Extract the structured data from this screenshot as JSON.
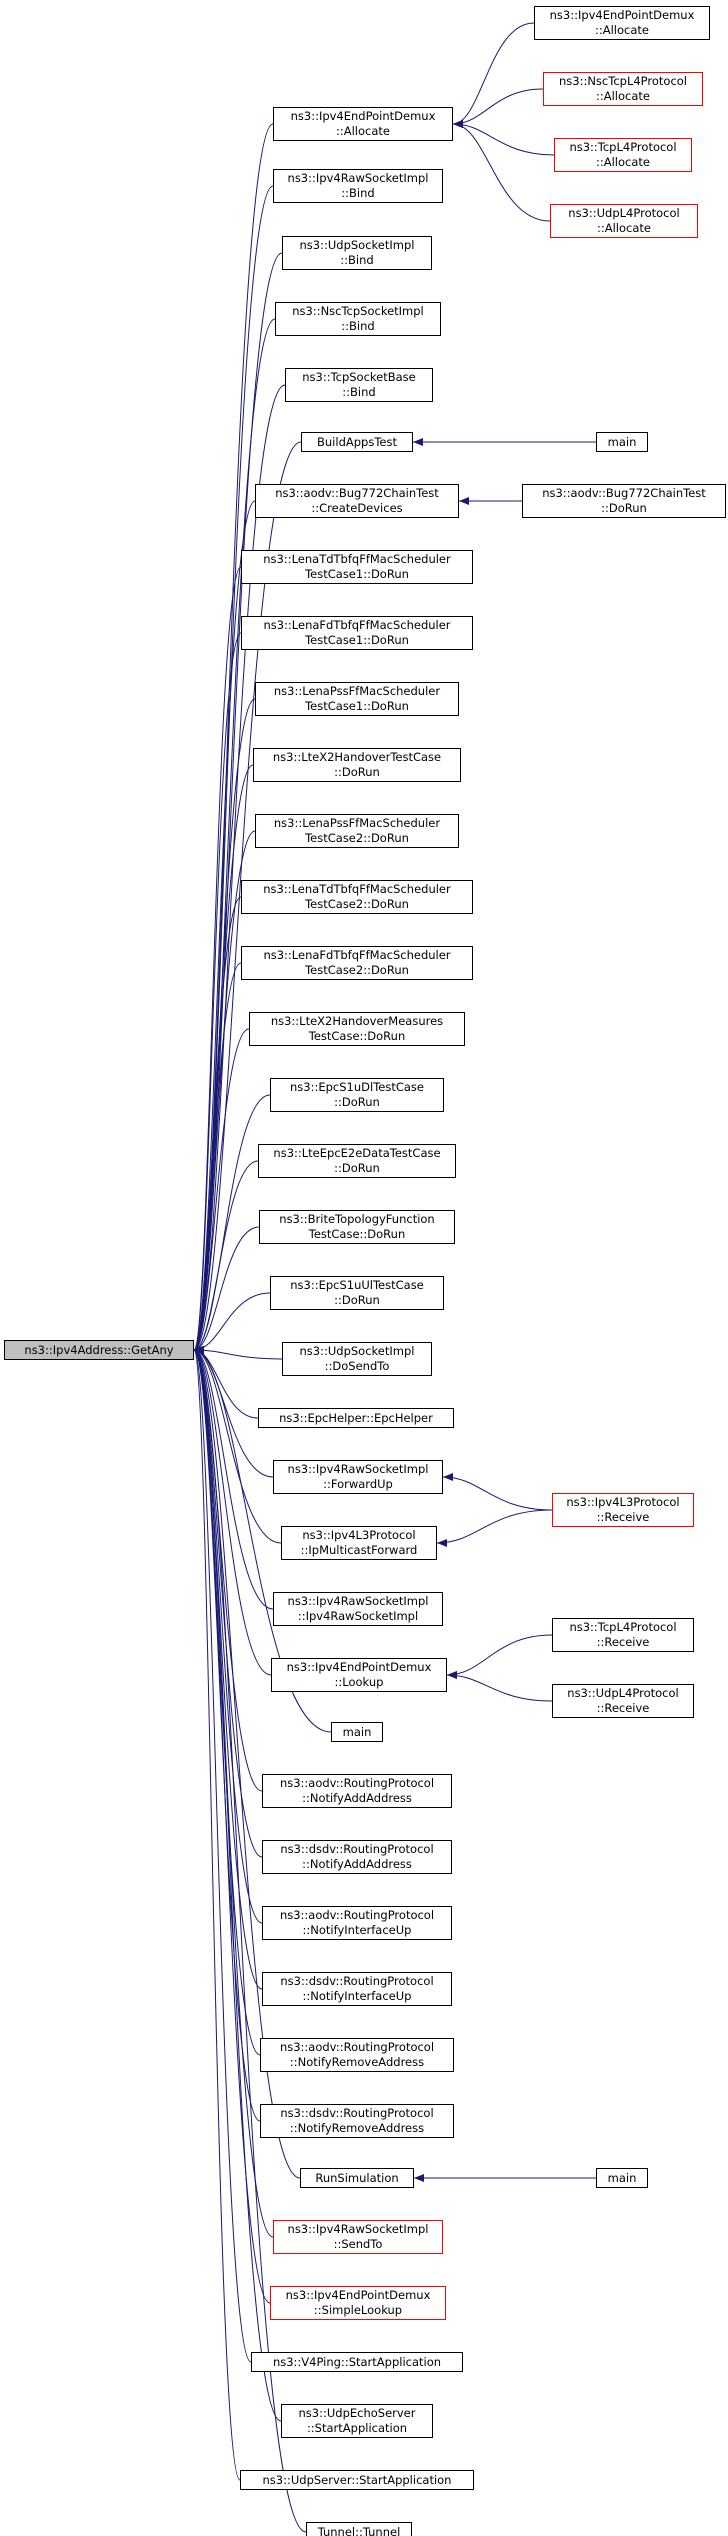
{
  "colors": {
    "edge": "#191970",
    "border": "#000000",
    "truncated_border": "#ff0000",
    "root_fill": "#bfbfbf"
  },
  "root": {
    "id": "getany",
    "lines": [
      "ns3::Ipv4Address::GetAny"
    ]
  },
  "callers": [
    {
      "id": "epdemux-allocate",
      "lines": [
        "ns3::Ipv4EndPointDemux",
        "::Allocate"
      ]
    },
    {
      "id": "rawsock-bind",
      "lines": [
        "ns3::Ipv4RawSocketImpl",
        "::Bind"
      ]
    },
    {
      "id": "udpsock-bind",
      "lines": [
        "ns3::UdpSocketImpl",
        "::Bind"
      ]
    },
    {
      "id": "nsctcp-bind",
      "lines": [
        "ns3::NscTcpSocketImpl",
        "::Bind"
      ]
    },
    {
      "id": "tcpbase-bind",
      "lines": [
        "ns3::TcpSocketBase",
        "::Bind"
      ]
    },
    {
      "id": "buildappstest",
      "lines": [
        "BuildAppsTest"
      ]
    },
    {
      "id": "bug772-create",
      "lines": [
        "ns3::aodv::Bug772ChainTest",
        "::CreateDevices"
      ]
    },
    {
      "id": "lenatdtbfq1",
      "lines": [
        "ns3::LenaTdTbfqFfMacScheduler",
        "TestCase1::DoRun"
      ]
    },
    {
      "id": "lenafdtbfq1",
      "lines": [
        "ns3::LenaFdTbfqFfMacScheduler",
        "TestCase1::DoRun"
      ]
    },
    {
      "id": "lenapss1",
      "lines": [
        "ns3::LenaPssFfMacScheduler",
        "TestCase1::DoRun"
      ]
    },
    {
      "id": "ltex2handover",
      "lines": [
        "ns3::LteX2HandoverTestCase",
        "::DoRun"
      ]
    },
    {
      "id": "lenapss2",
      "lines": [
        "ns3::LenaPssFfMacScheduler",
        "TestCase2::DoRun"
      ]
    },
    {
      "id": "lenatdtbfq2",
      "lines": [
        "ns3::LenaTdTbfqFfMacScheduler",
        "TestCase2::DoRun"
      ]
    },
    {
      "id": "lenafdtbfq2",
      "lines": [
        "ns3::LenaFdTbfqFfMacScheduler",
        "TestCase2::DoRun"
      ]
    },
    {
      "id": "ltex2measures",
      "lines": [
        "ns3::LteX2HandoverMeasures",
        "TestCase::DoRun"
      ]
    },
    {
      "id": "epcs1udl",
      "lines": [
        "ns3::EpcS1uDlTestCase",
        "::DoRun"
      ]
    },
    {
      "id": "lteepce2e",
      "lines": [
        "ns3::LteEpcE2eDataTestCase",
        "::DoRun"
      ]
    },
    {
      "id": "britetopology",
      "lines": [
        "ns3::BriteTopologyFunction",
        "TestCase::DoRun"
      ]
    },
    {
      "id": "epcs1uul",
      "lines": [
        "ns3::EpcS1uUlTestCase",
        "::DoRun"
      ]
    },
    {
      "id": "udpsock-dosendto",
      "lines": [
        "ns3::UdpSocketImpl",
        "::DoSendTo"
      ]
    },
    {
      "id": "epchelper",
      "lines": [
        "ns3::EpcHelper::EpcHelper"
      ]
    },
    {
      "id": "rawsock-forwardup",
      "lines": [
        "ns3::Ipv4RawSocketImpl",
        "::ForwardUp"
      ]
    },
    {
      "id": "ipv4l3-ipmulticast",
      "lines": [
        "ns3::Ipv4L3Protocol",
        "::IpMulticastForward"
      ]
    },
    {
      "id": "rawsock-ctor",
      "lines": [
        "ns3::Ipv4RawSocketImpl",
        "::Ipv4RawSocketImpl"
      ]
    },
    {
      "id": "epdemux-lookup",
      "lines": [
        "ns3::Ipv4EndPointDemux",
        "::Lookup"
      ]
    },
    {
      "id": "main-1",
      "lines": [
        "main"
      ]
    },
    {
      "id": "aodv-notifyadd",
      "lines": [
        "ns3::aodv::RoutingProtocol",
        "::NotifyAddAddress"
      ]
    },
    {
      "id": "dsdv-notifyadd",
      "lines": [
        "ns3::dsdv::RoutingProtocol",
        "::NotifyAddAddress"
      ]
    },
    {
      "id": "aodv-notifyifup",
      "lines": [
        "ns3::aodv::RoutingProtocol",
        "::NotifyInterfaceUp"
      ]
    },
    {
      "id": "dsdv-notifyifup",
      "lines": [
        "ns3::dsdv::RoutingProtocol",
        "::NotifyInterfaceUp"
      ]
    },
    {
      "id": "aodv-notifyremove",
      "lines": [
        "ns3::aodv::RoutingProtocol",
        "::NotifyRemoveAddress"
      ]
    },
    {
      "id": "dsdv-notifyremove",
      "lines": [
        "ns3::dsdv::RoutingProtocol",
        "::NotifyRemoveAddress"
      ]
    },
    {
      "id": "runsimulation",
      "lines": [
        "RunSimulation"
      ]
    },
    {
      "id": "rawsock-sendto",
      "lines": [
        "ns3::Ipv4RawSocketImpl",
        "::SendTo"
      ],
      "truncated": true
    },
    {
      "id": "epdemux-simplelookup",
      "lines": [
        "ns3::Ipv4EndPointDemux",
        "::SimpleLookup"
      ],
      "truncated": true
    },
    {
      "id": "v4ping-start",
      "lines": [
        "ns3::V4Ping::StartApplication"
      ]
    },
    {
      "id": "udpecho-start",
      "lines": [
        "ns3::UdpEchoServer",
        "::StartApplication"
      ]
    },
    {
      "id": "udpserver-start",
      "lines": [
        "ns3::UdpServer::StartApplication"
      ]
    },
    {
      "id": "tunnel-ctor",
      "lines": [
        "Tunnel::Tunnel"
      ]
    }
  ],
  "second_level": [
    {
      "id": "epdemux-allocate-2",
      "lines": [
        "ns3::Ipv4EndPointDemux",
        "::Allocate"
      ]
    },
    {
      "id": "nsctcpl4-allocate",
      "lines": [
        "ns3::NscTcpL4Protocol",
        "::Allocate"
      ],
      "truncated": true
    },
    {
      "id": "tcpl4-allocate",
      "lines": [
        "ns3::TcpL4Protocol",
        "::Allocate"
      ],
      "truncated": true
    },
    {
      "id": "udpl4-allocate",
      "lines": [
        "ns3::UdpL4Protocol",
        "::Allocate"
      ],
      "truncated": true
    },
    {
      "id": "main-2",
      "lines": [
        "main"
      ]
    },
    {
      "id": "bug772-dorun",
      "lines": [
        "ns3::aodv::Bug772ChainTest",
        "::DoRun"
      ]
    },
    {
      "id": "ipv4l3-receive",
      "lines": [
        "ns3::Ipv4L3Protocol",
        "::Receive"
      ],
      "truncated": true
    },
    {
      "id": "tcpl4-receive",
      "lines": [
        "ns3::TcpL4Protocol",
        "::Receive"
      ]
    },
    {
      "id": "udpl4-receive",
      "lines": [
        "ns3::UdpL4Protocol",
        "::Receive"
      ]
    },
    {
      "id": "main-3",
      "lines": [
        "main"
      ]
    }
  ],
  "edges": [
    [
      "epdemux-allocate",
      "getany"
    ],
    [
      "rawsock-bind",
      "getany"
    ],
    [
      "udpsock-bind",
      "getany"
    ],
    [
      "nsctcp-bind",
      "getany"
    ],
    [
      "tcpbase-bind",
      "getany"
    ],
    [
      "buildappstest",
      "getany"
    ],
    [
      "bug772-create",
      "getany"
    ],
    [
      "lenatdtbfq1",
      "getany"
    ],
    [
      "lenafdtbfq1",
      "getany"
    ],
    [
      "lenapss1",
      "getany"
    ],
    [
      "ltex2handover",
      "getany"
    ],
    [
      "lenapss2",
      "getany"
    ],
    [
      "lenatdtbfq2",
      "getany"
    ],
    [
      "lenafdtbfq2",
      "getany"
    ],
    [
      "ltex2measures",
      "getany"
    ],
    [
      "epcs1udl",
      "getany"
    ],
    [
      "lteepce2e",
      "getany"
    ],
    [
      "britetopology",
      "getany"
    ],
    [
      "epcs1uul",
      "getany"
    ],
    [
      "udpsock-dosendto",
      "getany"
    ],
    [
      "epchelper",
      "getany"
    ],
    [
      "rawsock-forwardup",
      "getany"
    ],
    [
      "ipv4l3-ipmulticast",
      "getany"
    ],
    [
      "rawsock-ctor",
      "getany"
    ],
    [
      "epdemux-lookup",
      "getany"
    ],
    [
      "main-1",
      "getany"
    ],
    [
      "aodv-notifyadd",
      "getany"
    ],
    [
      "dsdv-notifyadd",
      "getany"
    ],
    [
      "aodv-notifyifup",
      "getany"
    ],
    [
      "dsdv-notifyifup",
      "getany"
    ],
    [
      "aodv-notifyremove",
      "getany"
    ],
    [
      "dsdv-notifyremove",
      "getany"
    ],
    [
      "runsimulation",
      "getany"
    ],
    [
      "rawsock-sendto",
      "getany"
    ],
    [
      "epdemux-simplelookup",
      "getany"
    ],
    [
      "v4ping-start",
      "getany"
    ],
    [
      "udpecho-start",
      "getany"
    ],
    [
      "udpserver-start",
      "getany"
    ],
    [
      "tunnel-ctor",
      "getany"
    ],
    [
      "epdemux-allocate-2",
      "epdemux-allocate"
    ],
    [
      "nsctcpl4-allocate",
      "epdemux-allocate"
    ],
    [
      "tcpl4-allocate",
      "epdemux-allocate"
    ],
    [
      "udpl4-allocate",
      "epdemux-allocate"
    ],
    [
      "main-2",
      "buildappstest"
    ],
    [
      "bug772-dorun",
      "bug772-create"
    ],
    [
      "ipv4l3-receive",
      "rawsock-forwardup"
    ],
    [
      "ipv4l3-receive",
      "ipv4l3-ipmulticast"
    ],
    [
      "tcpl4-receive",
      "epdemux-lookup"
    ],
    [
      "udpl4-receive",
      "epdemux-lookup"
    ],
    [
      "main-3",
      "runsimulation"
    ]
  ]
}
